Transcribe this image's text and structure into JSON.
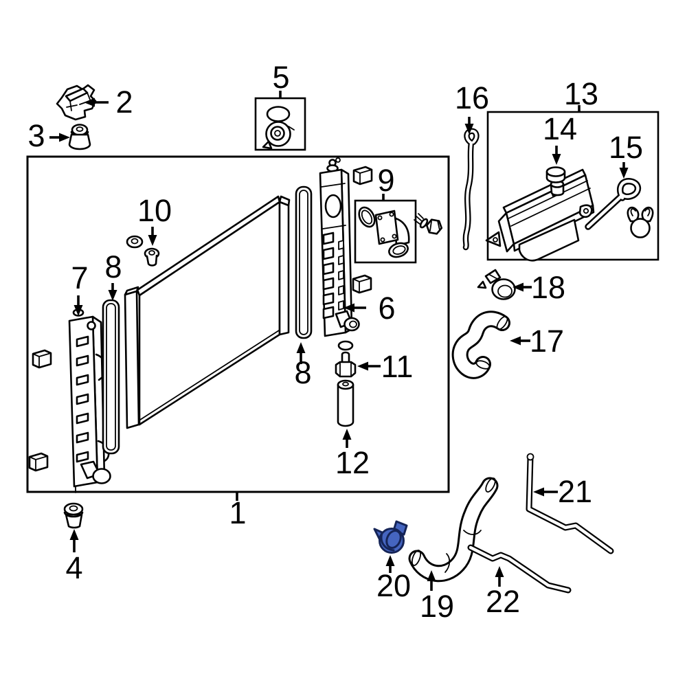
{
  "labels": {
    "p1": "1",
    "p2": "2",
    "p3": "3",
    "p4": "4",
    "p5": "5",
    "p6": "6",
    "p7": "7",
    "p8_left": "8",
    "p8_right": "8",
    "p9": "9",
    "p10": "10",
    "p11": "11",
    "p12": "12",
    "p13": "13",
    "p14": "14",
    "p15": "15",
    "p16": "16",
    "p17": "17",
    "p18": "18",
    "p19": "19",
    "p20": "20",
    "p21": "21",
    "p22": "22"
  },
  "colors": {
    "background": "#ffffff",
    "line": "#000000",
    "highlight_fill": "#4565c0",
    "highlight_stroke": "#152457"
  }
}
